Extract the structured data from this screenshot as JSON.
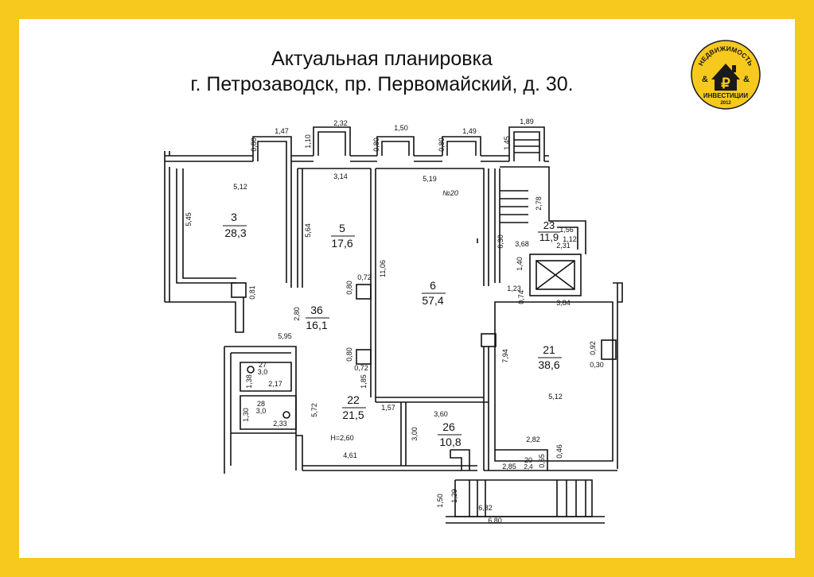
{
  "title": {
    "line1": "Актуальная планировка",
    "line2": "г. Петрозаводск, пр. Первомайский, д. 30."
  },
  "logo": {
    "top_text": "НЕДВИЖИМОСТЬ",
    "bottom_text": "ИНВЕСТИЦИИ",
    "year": "2012",
    "amp_left": "&",
    "amp_right": "&",
    "symbol": "₽",
    "colors": {
      "yellow": "#f7c91e",
      "dark": "#1a1a1a"
    }
  },
  "colors": {
    "frame": "#f7c91e",
    "line": "#111111",
    "paper": "#ffffff"
  },
  "rooms": [
    {
      "id": "3",
      "area": "28,3"
    },
    {
      "id": "5",
      "area": "17,6"
    },
    {
      "id": "6",
      "area": "57,4"
    },
    {
      "id": "23",
      "area": "11,9"
    },
    {
      "id": "36",
      "area": "16,1"
    },
    {
      "id": "21",
      "area": "38,6"
    },
    {
      "id": "22",
      "area": "21,5"
    },
    {
      "id": "26",
      "area": "10,8"
    },
    {
      "id": "27",
      "area": "3,0"
    },
    {
      "id": "28",
      "area": "3,0"
    },
    {
      "id": "20",
      "area": "2,4"
    }
  ],
  "dimensions": [
    "1,47",
    "2,32",
    "1,50",
    "1,49",
    "1,89",
    "0,80",
    "1,10",
    "0,80",
    "0,80",
    "1,45",
    "5,12",
    "3,14",
    "5,19",
    "2,78",
    "5,45",
    "5,64",
    "11,06",
    "6,30",
    "3,68",
    "1,56",
    "1,12",
    "2,31",
    "0,81",
    "0,80",
    "0,72",
    "1,40",
    "1,23",
    "0,74",
    "3,84",
    "2,80",
    "5,95",
    "0,80",
    "0,72",
    "7,94",
    "0,92",
    "0,30",
    "1,38",
    "2,17",
    "1,85",
    "5,12",
    "1,30",
    "2,33",
    "5,72",
    "1,57",
    "3,60",
    "3,00",
    "2,82",
    "0,46",
    "2,85",
    "0,65",
    "1,50",
    "1,29",
    "6,82",
    "6,80"
  ],
  "notes": {
    "height": "H=2,60",
    "n20": "№20",
    "w461": "4,61"
  }
}
